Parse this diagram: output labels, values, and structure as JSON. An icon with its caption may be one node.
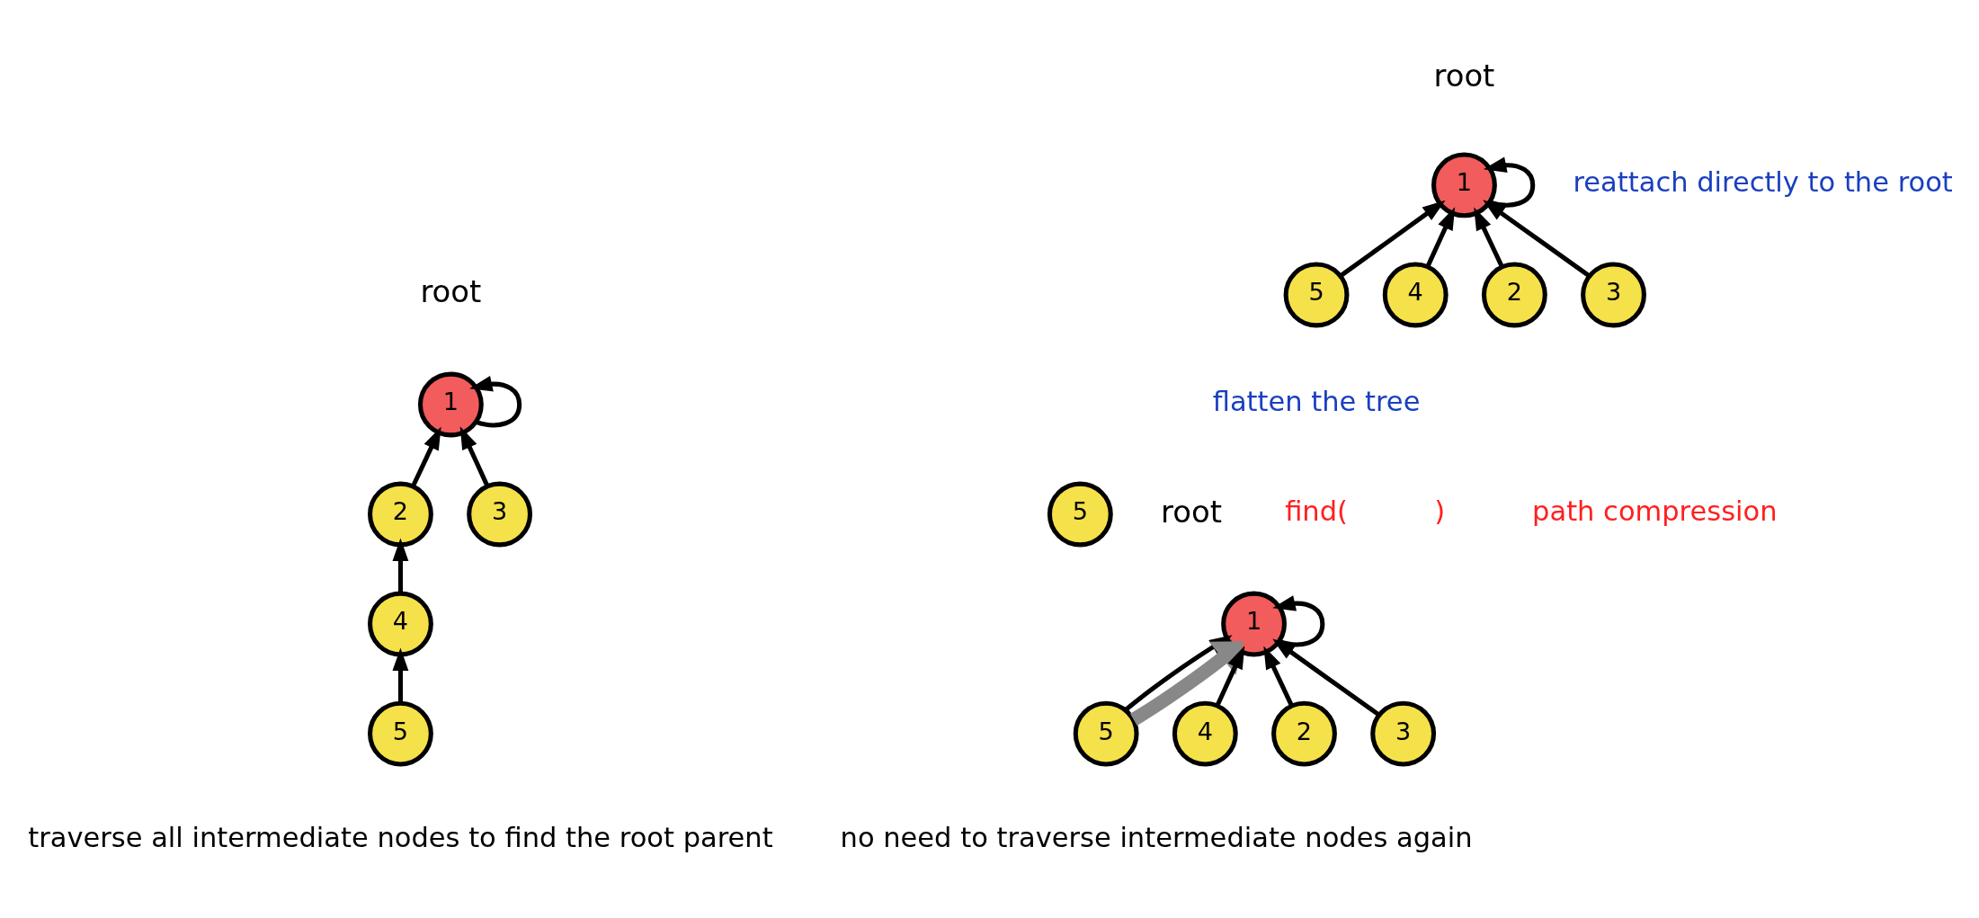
{
  "diagram": {
    "nodes": [
      {
        "text": [
          "1"
        ],
        "beside": [
          "root"
        ]
      },
      {
        "text": [
          "2"
        ]
      },
      {
        "text": [
          "3"
        ]
      },
      {
        "text": [
          "4"
        ]
      },
      {
        "text": [
          "5"
        ]
      },
      {
        "text": [
          "1"
        ],
        "beside": [
          "root"
        ]
      },
      {
        "text": [
          "5"
        ]
      },
      {
        "text": [
          "4"
        ]
      },
      {
        "text": [
          "2"
        ]
      },
      {
        "text": [
          "3"
        ]
      },
      {
        "text": [
          "5"
        ]
      },
      {
        "text": [
          "1"
        ],
        "beside": [
          "root"
        ]
      },
      {
        "text": [
          "5"
        ]
      },
      {
        "text": [
          "4"
        ]
      },
      {
        "text": [
          "2"
        ]
      },
      {
        "text": [
          "3"
        ]
      }
    ],
    "edges": [
      {
        "from": 0,
        "to": 0,
        "arrow": "to"
      },
      {
        "from": 4,
        "to": 3,
        "arrow": "to"
      },
      {
        "from": 3,
        "to": 1,
        "arrow": "to"
      },
      {
        "from": 1,
        "to": 0,
        "arrow": "to"
      },
      {
        "from": 2,
        "to": 0,
        "arrow": "to"
      },
      {
        "from": 5,
        "to": 5,
        "arrow": "to"
      },
      {
        "from": 6,
        "to": 5,
        "arrow": "to"
      },
      {
        "from": 7,
        "to": 5,
        "arrow": "to"
      },
      {
        "from": 8,
        "to": 5,
        "arrow": "to"
      },
      {
        "from": 9,
        "to": 5,
        "arrow": "to"
      },
      {
        "from": 11,
        "to": 11,
        "arrow": "to"
      },
      {
        "from": 12,
        "to": 11,
        "arrow": "to"
      },
      {
        "from": 13,
        "to": 11,
        "arrow": "to"
      },
      {
        "from": 14,
        "to": 11,
        "arrow": "to"
      },
      {
        "from": 15,
        "to": 11,
        "arrow": "to"
      },
      {
        "from": 12,
        "to": 11,
        "arrow": "to",
        "style": "thick",
        "color": "#888888"
      }
    ],
    "labels": [
      "path compression",
      "reattach directly to the root",
      "flatten the tree",
      "find(",
      ")",
      "traverse all intermediate nodes to find the root parent",
      "no need to traverse intermediate nodes again"
    ]
  }
}
